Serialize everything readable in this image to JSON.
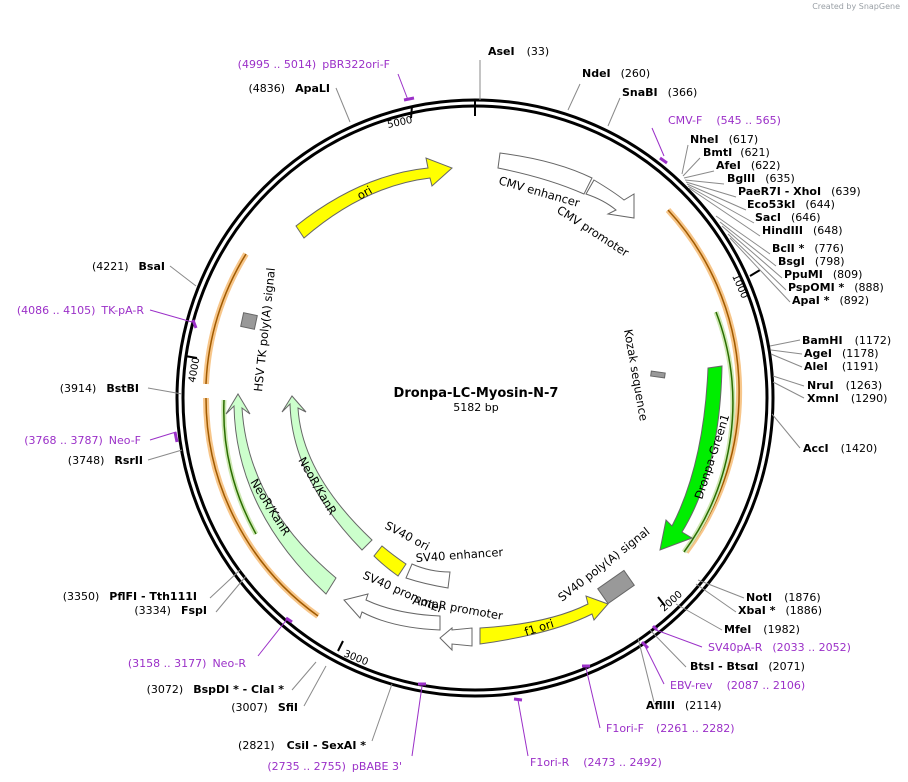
{
  "credit": "Created by SnapGene",
  "plasmid": {
    "name": "Dronpa-LC-Myosin-N-7",
    "size": "5182 bp"
  },
  "ticks": [
    "1000",
    "2000",
    "3000",
    "4000",
    "5000"
  ],
  "features": [
    {
      "name": "ori",
      "color": "#ffff00"
    },
    {
      "name": "CMV enhancer",
      "color": "#ffffff"
    },
    {
      "name": "CMV promoter",
      "color": "#ffffff"
    },
    {
      "name": "Kozak sequence",
      "color": "#999999"
    },
    {
      "name": "Dronpa-Green1",
      "color": "#00ee00"
    },
    {
      "name": "SV40 poly(A) signal",
      "color": "#999999"
    },
    {
      "name": "f1 ori",
      "color": "#ffff00"
    },
    {
      "name": "AmpR promoter",
      "color": "#ffffff"
    },
    {
      "name": "SV40 promoter",
      "color": "#ffffff"
    },
    {
      "name": "SV40 enhancer",
      "color": "#ffffff"
    },
    {
      "name": "SV40 ori",
      "color": "#ffff00"
    },
    {
      "name": "NeoR/KanR",
      "color": "#ccffcc"
    },
    {
      "name": "NeoR/KanR",
      "color": "#ccffcc"
    },
    {
      "name": "HSV TK poly(A) signal",
      "color": "#999999"
    }
  ],
  "enzymes": [
    {
      "name": "AseI",
      "pos": "(33)"
    },
    {
      "name": "NdeI",
      "pos": "(260)"
    },
    {
      "name": "SnaBI",
      "pos": "(366)"
    },
    {
      "name": "NheI",
      "pos": "(617)"
    },
    {
      "name": "BmtI",
      "pos": "(621)"
    },
    {
      "name": "AfeI",
      "pos": "(622)"
    },
    {
      "name": "BglII",
      "pos": "(635)"
    },
    {
      "name": "PaeR7I - XhoI",
      "pos": "(639)"
    },
    {
      "name": "Eco53kI",
      "pos": "(644)"
    },
    {
      "name": "SacI",
      "pos": "(646)"
    },
    {
      "name": "HindIII",
      "pos": "(648)"
    },
    {
      "name": "BclI *",
      "pos": "(776)"
    },
    {
      "name": "BsgI",
      "pos": "(798)"
    },
    {
      "name": "PpuMI",
      "pos": "(809)"
    },
    {
      "name": "PspOMI *",
      "pos": "(888)"
    },
    {
      "name": "ApaI *",
      "pos": "(892)"
    },
    {
      "name": "BamHI",
      "pos": "(1172)"
    },
    {
      "name": "AgeI",
      "pos": "(1178)"
    },
    {
      "name": "AleI",
      "pos": "(1191)"
    },
    {
      "name": "NruI",
      "pos": "(1263)"
    },
    {
      "name": "XmnI",
      "pos": "(1290)"
    },
    {
      "name": "AccI",
      "pos": "(1420)"
    },
    {
      "name": "NotI",
      "pos": "(1876)"
    },
    {
      "name": "XbaI *",
      "pos": "(1886)"
    },
    {
      "name": "MfeI",
      "pos": "(1982)"
    },
    {
      "name": "BtsI - BtsαI",
      "pos": "(2071)"
    },
    {
      "name": "AflIII",
      "pos": "(2114)"
    },
    {
      "name": "CsiI - SexAI *",
      "pos": "(2821)"
    },
    {
      "name": "SfiI",
      "pos": "(3007)"
    },
    {
      "name": "BspDI * - ClaI *",
      "pos": "(3072)"
    },
    {
      "name": "FspI",
      "pos": "(3334)"
    },
    {
      "name": "PflFI - Tth111I",
      "pos": "(3350)"
    },
    {
      "name": "RsrII",
      "pos": "(3748)"
    },
    {
      "name": "BstBI",
      "pos": "(3914)"
    },
    {
      "name": "BsaI",
      "pos": "(4221)"
    },
    {
      "name": "ApaLI",
      "pos": "(4836)"
    }
  ],
  "primers": [
    {
      "name": "pBR322ori-F",
      "range": "(4995 .. 5014)"
    },
    {
      "name": "CMV-F",
      "range": "(545 .. 565)"
    },
    {
      "name": "SV40pA-R",
      "range": "(2033 .. 2052)"
    },
    {
      "name": "EBV-rev",
      "range": "(2087 .. 2106)"
    },
    {
      "name": "F1ori-F",
      "range": "(2261 .. 2282)"
    },
    {
      "name": "F1ori-R",
      "range": "(2473 .. 2492)"
    },
    {
      "name": "pBABE 3'",
      "range": "(2735 .. 2755)"
    },
    {
      "name": "Neo-R",
      "range": "(3158 .. 3177)"
    },
    {
      "name": "Neo-F",
      "range": "(3768 .. 3787)"
    },
    {
      "name": "TK-pA-R",
      "range": "(4086 .. 4105)"
    }
  ]
}
